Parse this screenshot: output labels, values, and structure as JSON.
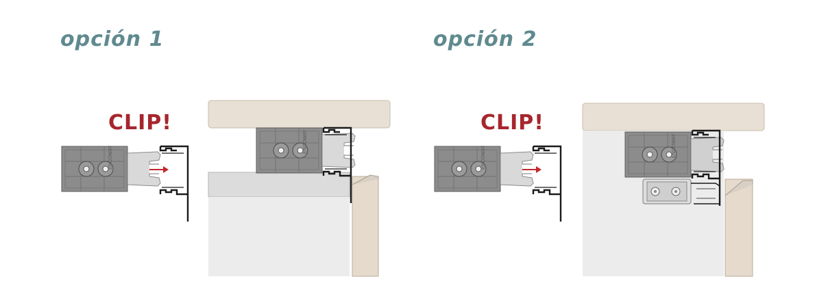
{
  "option1": {
    "heading": "opción 1",
    "clip_label": "CLIP!"
  },
  "option2": {
    "heading": "opción 2",
    "clip_label": "CLIP!"
  },
  "brand_mark": "ENCOWAY",
  "colors": {
    "heading": "#5f8a8f",
    "clip": "#a6262d",
    "arrow": "#c0282d",
    "clip_block": "#8a8a8a",
    "countertop": "#e8e0d4",
    "door_panel": "#e5dacb",
    "cabinet": "#e8e8e8",
    "profile": "#1a1a1a"
  }
}
